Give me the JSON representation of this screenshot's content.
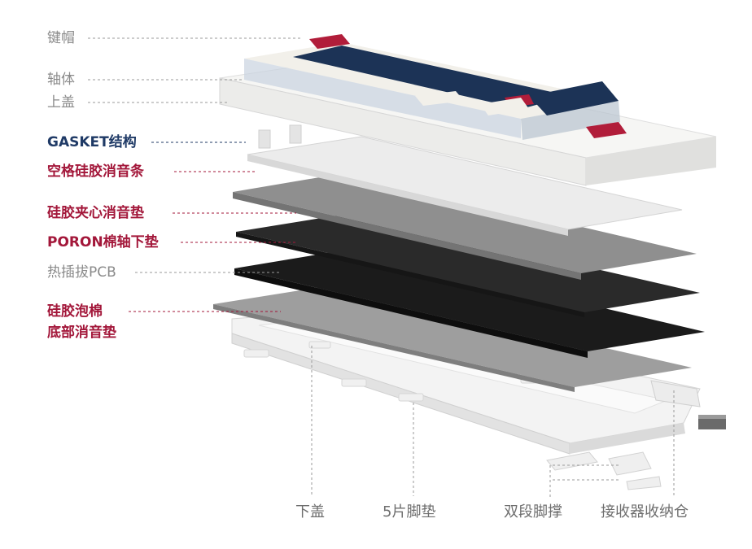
{
  "labels": {
    "keycaps": "键帽",
    "switches": "轴体",
    "top_cover": "上盖",
    "gasket": "GASKET结构",
    "spacebar_pad": "空格硅胶消音条",
    "sandwich_pad": "硅胶夹心消音垫",
    "poron_pad": "PORON棉轴下垫",
    "pcb": "热插拔PCB",
    "foam_line1": "硅胶泡棉",
    "foam_line2": "底部消音垫",
    "bottom_cover": "下盖",
    "feet": "5片脚垫",
    "stand": "双段脚撑",
    "receiver_bay": "接收器收纳仓"
  },
  "colors": {
    "plain_label": "#8a8a8a",
    "navy_label": "#1f3a66",
    "red_label": "#a3173a",
    "keycap_navy": "#1c3356",
    "keycap_red": "#b11d3a",
    "keycap_white": "#f2f0ea"
  }
}
